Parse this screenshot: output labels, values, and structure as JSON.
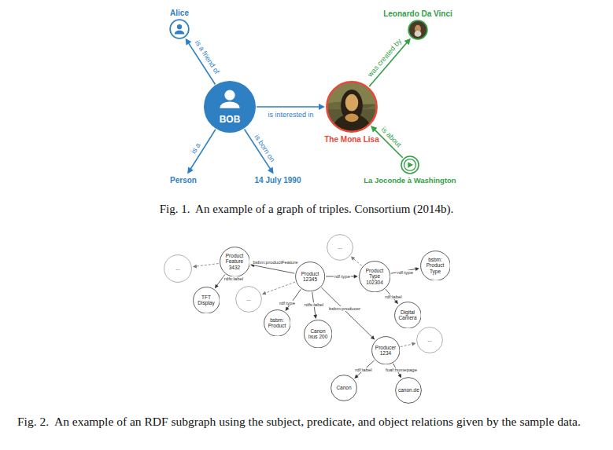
{
  "diagram": {
    "nodes": [
      {
        "text": [
          "Alice"
        ]
      },
      {
        "text": [
          "Leonardo Da Vinci"
        ]
      },
      {
        "text": [
          "BOB"
        ]
      },
      {
        "text": [
          "The Mona Lisa"
        ]
      },
      {
        "text": [
          "Person"
        ]
      },
      {
        "text": [
          "14 July 1990"
        ]
      },
      {
        "text": [
          "La Joconde à Washington"
        ]
      },
      {
        "text": [
          "..."
        ]
      },
      {
        "text": [
          "Product Feature 3432"
        ]
      },
      {
        "text": [
          "bsbm: Product Type"
        ]
      },
      {
        "text": [
          "..."
        ]
      },
      {
        "text": [
          "Product 12345"
        ]
      },
      {
        "text": [
          "Product Type 102304"
        ]
      },
      {
        "text": [
          "TFT Display"
        ]
      },
      {
        "text": [
          "..."
        ]
      },
      {
        "text": [
          "Digital Camera"
        ]
      },
      {
        "text": [
          "bsbm: Product"
        ]
      },
      {
        "text": [
          "Canon Ixus 200"
        ]
      },
      {
        "text": [
          "..."
        ]
      },
      {
        "text": [
          "Producer 1234"
        ]
      },
      {
        "text": [
          "Canon"
        ]
      },
      {
        "text": [
          "canon.de"
        ]
      }
    ],
    "edges": [
      {
        "from": 2,
        "to": 0,
        "label": "is a friend of",
        "arrow": "to"
      },
      {
        "from": 2,
        "to": 3,
        "label": "is interested in",
        "arrow": "to"
      },
      {
        "from": 3,
        "to": 1,
        "label": "was created by",
        "arrow": "to"
      },
      {
        "from": 2,
        "to": 4,
        "label": "is a",
        "arrow": "to"
      },
      {
        "from": 2,
        "to": 5,
        "label": "is born on",
        "arrow": "to"
      },
      {
        "from": 6,
        "to": 3,
        "label": "is about",
        "arrow": "to"
      },
      {
        "from": 8,
        "to": 10,
        "arrow": "to"
      },
      {
        "from": 8,
        "to": 13,
        "label": "rdfs:label",
        "arrow": "to"
      },
      {
        "from": 11,
        "to": 8,
        "label": "bsbm:productFeature",
        "arrow": "to"
      },
      {
        "from": 11,
        "to": 14,
        "arrow": "to"
      },
      {
        "from": 11,
        "to": 16,
        "label": "rdf:type",
        "arrow": "to"
      },
      {
        "from": 11,
        "to": 17,
        "label": "rdfs:label",
        "arrow": "to"
      },
      {
        "from": 11,
        "to": 12,
        "label": "rdf:type",
        "arrow": "to"
      },
      {
        "from": 11,
        "to": 19,
        "label": "bsbm:producer",
        "arrow": "to"
      },
      {
        "from": 12,
        "to": 7,
        "arrow": "to"
      },
      {
        "from": 12,
        "to": 9,
        "label": "rdf:type",
        "arrow": "to"
      },
      {
        "from": 12,
        "to": 15,
        "label": "rdf:label",
        "arrow": "to"
      },
      {
        "from": 19,
        "to": 18,
        "arrow": "to"
      },
      {
        "from": 19,
        "to": 20,
        "label": "rdf:label",
        "arrow": "to"
      },
      {
        "from": 19,
        "to": 21,
        "label": "foaf:homepage",
        "arrow": "to"
      }
    ],
    "labels": [
      "Fig. 1.  An example of a graph of triples. Consortium (2014b).",
      "Fig. 2.  An example of an RDF subgraph using the subject, predicate, and object relations given by the sample data."
    ]
  }
}
